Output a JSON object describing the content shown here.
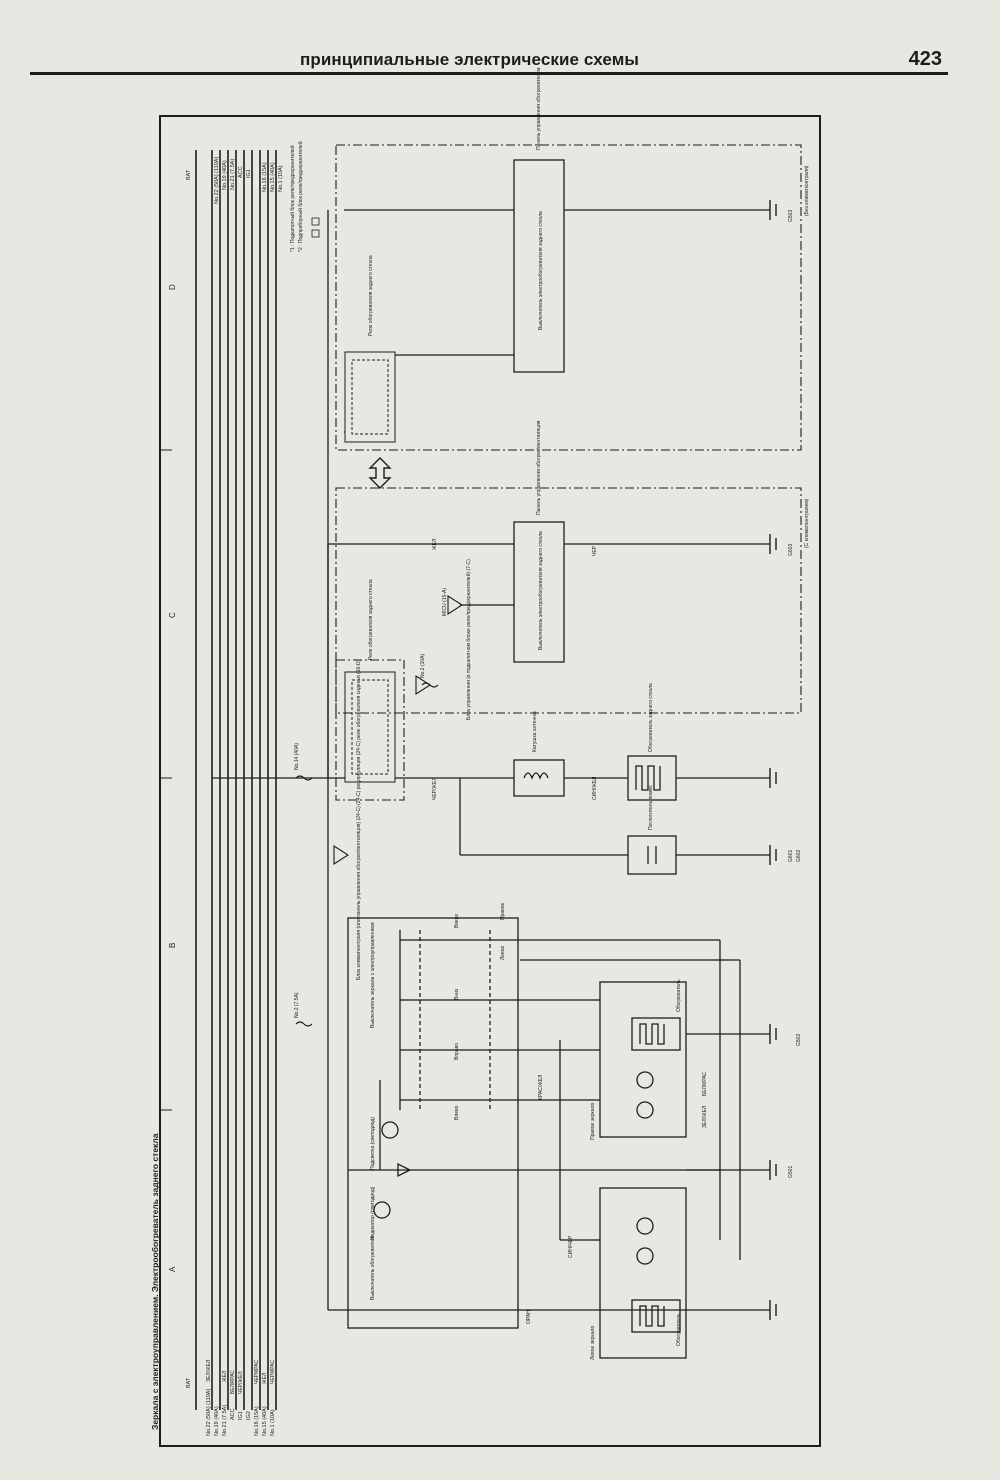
{
  "header": {
    "title": "принципиальные электрические схемы",
    "page_number": "423"
  },
  "diagram": {
    "caption": "Зеркала с электроуправлением. Электрообогреватель заднего стекла",
    "sections": [
      "A",
      "B",
      "C",
      "D"
    ],
    "left_supply": [
      "BAT",
      "No.22 (50A) (110A)",
      "No.19 (40A)",
      "No.21 (7.5A)",
      "ACC",
      "IG1",
      "IG2",
      "No.16 (15A)",
      "No.15 (40A)",
      "No.1 (10A)"
    ],
    "left_wire_colors": [
      "ЗЕЛ/ЖЕЛ",
      "ЖЕЛ",
      "БЕЛ/КРАС",
      "ЧЕР/ЖЕЛ",
      "ЧЕР/КРАС",
      "ЖЕЛ",
      "ЧЕР/КРАС"
    ],
    "right_supply": [
      "BAT",
      "No.22 (50A) (110A)",
      "No.19 (40A)",
      "No.21 (7.5A)",
      "ACC",
      "IG1",
      "No.16 (15A)",
      "No.15 (40A)",
      "No.1 (10A)"
    ],
    "legend": [
      "*1 : Подкапотный блок реле/предохранителей",
      "*2 : Подприборный блок реле/предохранителей"
    ],
    "fuses": [
      "No.14 (40A)",
      "No.2 (7.5A)",
      "No.2 (10A)"
    ],
    "relays": [
      "Реле обогревателя заднего стекла"
    ],
    "switch_labels": [
      "Выключатель зеркала с электроуправлением",
      "Выключатель электрообогревателя заднего стекла"
    ],
    "control_units": [
      "Блок управления (в подкапотном блоке реле/предохранителей) (7-С)",
      "Блок климатконтроля (или панель управления обогрев/вентиляция) (24-С) (24-С) рециркуляция (24-С) реле обогревателя сиденья (16-D)"
    ],
    "mirror_positions": [
      "Вверх",
      "Вниз",
      "Влево",
      "Вправо",
      "Левое",
      "Правое"
    ],
    "components": [
      "Подсветка (светодиод)",
      "Индикатор (светодиод)",
      "Выключатель обогревателя",
      "Катушка антенны",
      "Обогреватель заднего стекла",
      "Поглотитель помех",
      "Левое зеркало",
      "Правое зеркало",
      "Обогреватель",
      "Панель управления обогрев/вентиляция",
      "Панель управления обогревателем",
      "MICU (15-A)"
    ],
    "wire_colors": [
      "ЧЕР/ЖЕЛ",
      "СИН/ЖЕЛ",
      "КРАС/ЖЕЛ",
      "ЗЕЛ/ЖЕЛ",
      "БЕЛ/КРАС",
      "СИН/ЧЕР",
      "ОРАН",
      "ЧЕР",
      "ЖЕЛ"
    ],
    "grounds": [
      "G501",
      "G502",
      "G503",
      "G601",
      "G602",
      "G603"
    ],
    "notes": [
      "(С климатконтролем)",
      "(Без климатконтроля)"
    ]
  }
}
